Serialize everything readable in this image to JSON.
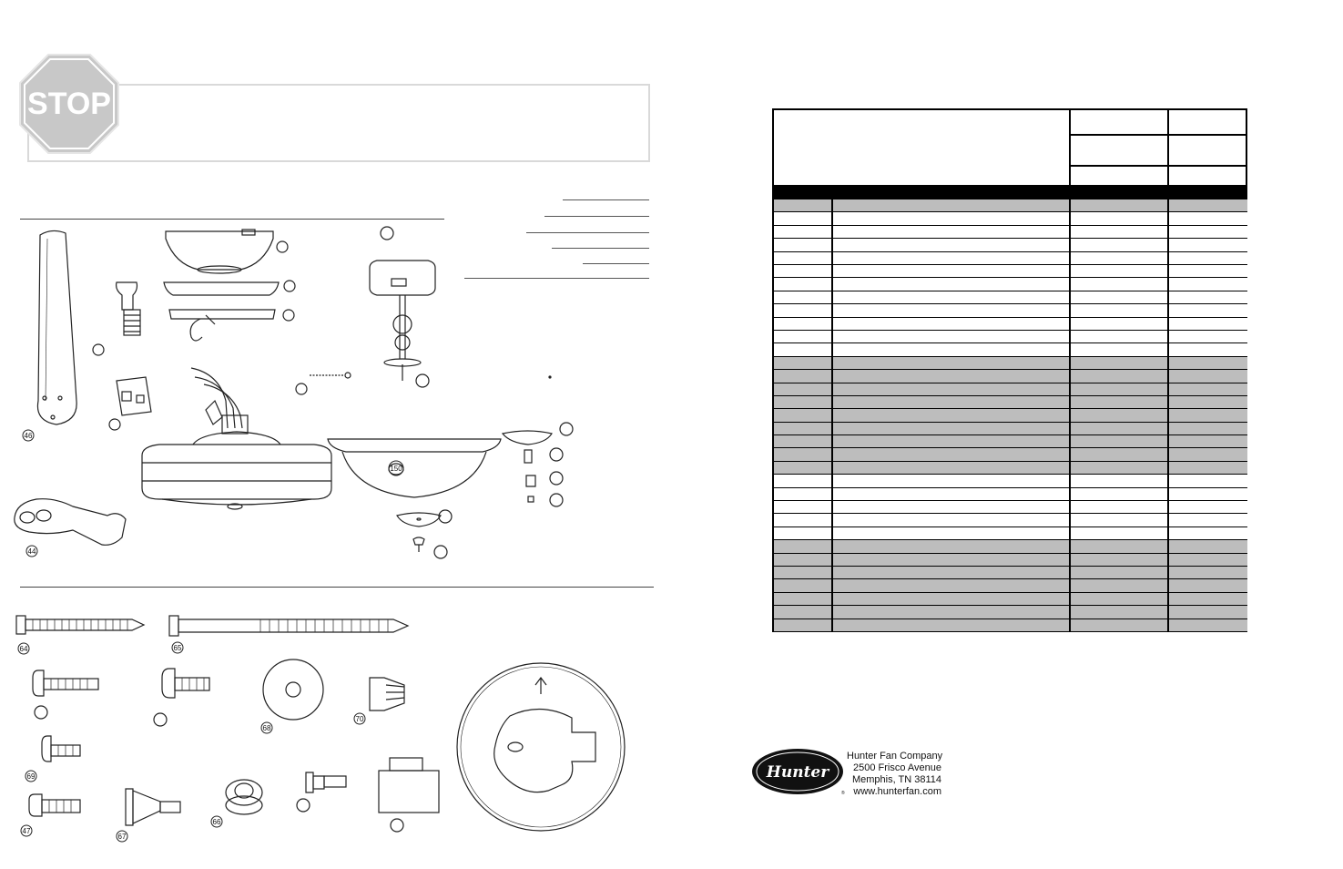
{
  "stop_sign": {
    "label": "STOP",
    "color": "#c8c8c8"
  },
  "parts_callouts": {
    "blade": "46",
    "blade_arm": "44",
    "light_kit_glass": "150",
    "screw_64": "64",
    "screw_65": "65",
    "washer_68": "68",
    "wire_nut_70": "70",
    "screw_69": "69",
    "screw_47": "47",
    "screw_67": "67",
    "grommet_66": "66"
  },
  "colors": {
    "row_gray": "#bdbdbd",
    "header_black": "#000000",
    "border": "#000000"
  },
  "company": {
    "logo_text": "HUNTER",
    "name": "Hunter Fan Company",
    "street": "2500 Frisco Avenue",
    "city": "Memphis, TN 38114",
    "web": "www.hunterfan.com"
  }
}
